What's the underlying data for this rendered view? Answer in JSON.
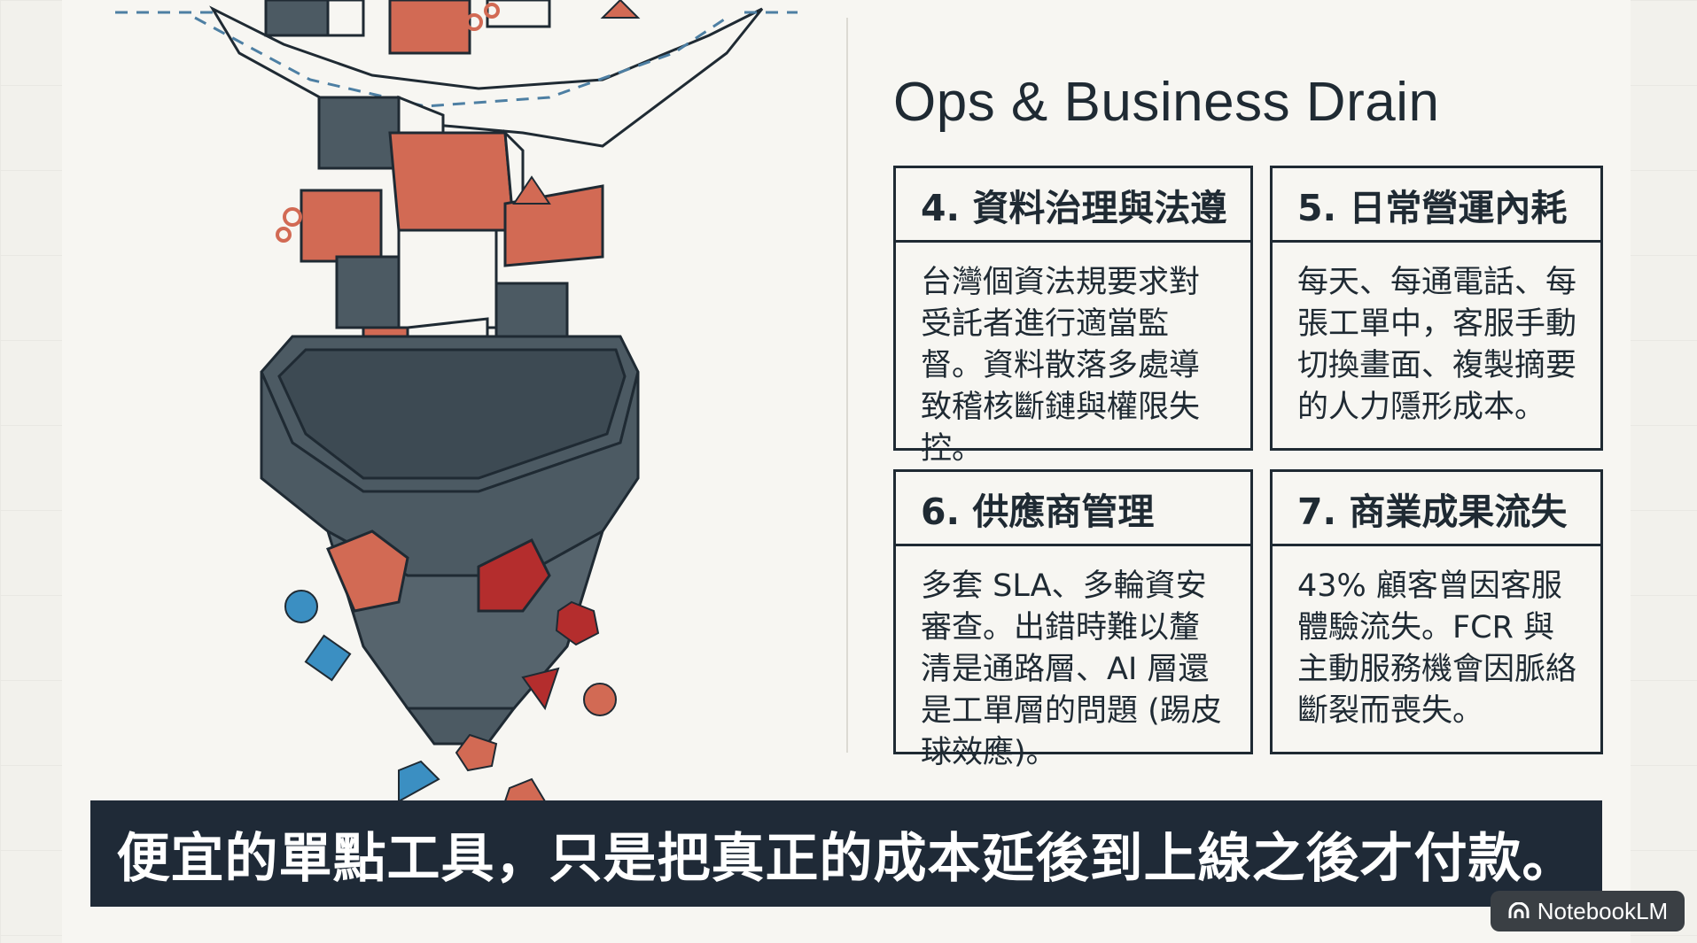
{
  "section": {
    "title": "Ops & Business Drain"
  },
  "cards": [
    {
      "heading": "4. 資料治理與法遵",
      "body": "台灣個資法規要求對受託者進行適當監督。資料散落多處導致稽核斷鏈與權限失控。"
    },
    {
      "heading": "5. 日常營運內耗",
      "body": "每天、每通電話、每張工單中，客服手動切換畫面、複製摘要的人力隱形成本。"
    },
    {
      "heading": "6. 供應商管理",
      "body": "多套 SLA、多輪資安審查。出錯時難以釐清是通路層、AI 層還是工單層的問題 (踢皮球效應)。"
    },
    {
      "heading": "7. 商業成果流失",
      "body": "43% 顧客曾因客服體驗流失。FCR 與主動服務機會因脈絡斷裂而喪失。"
    }
  ],
  "caption": {
    "text": "便宜的單點工具，只是把真正的成本延後到上線之後才付款。"
  },
  "brand": {
    "label": "NotebookLM",
    "icon": "notebooklm-logo-icon"
  },
  "colors": {
    "accent": "#d26a54",
    "dark_red": "#b42d2d",
    "blue": "#3b8fc2",
    "slate": "#4c5a63",
    "ink": "#1f2a33",
    "caption_bg": "#1f2a37"
  }
}
